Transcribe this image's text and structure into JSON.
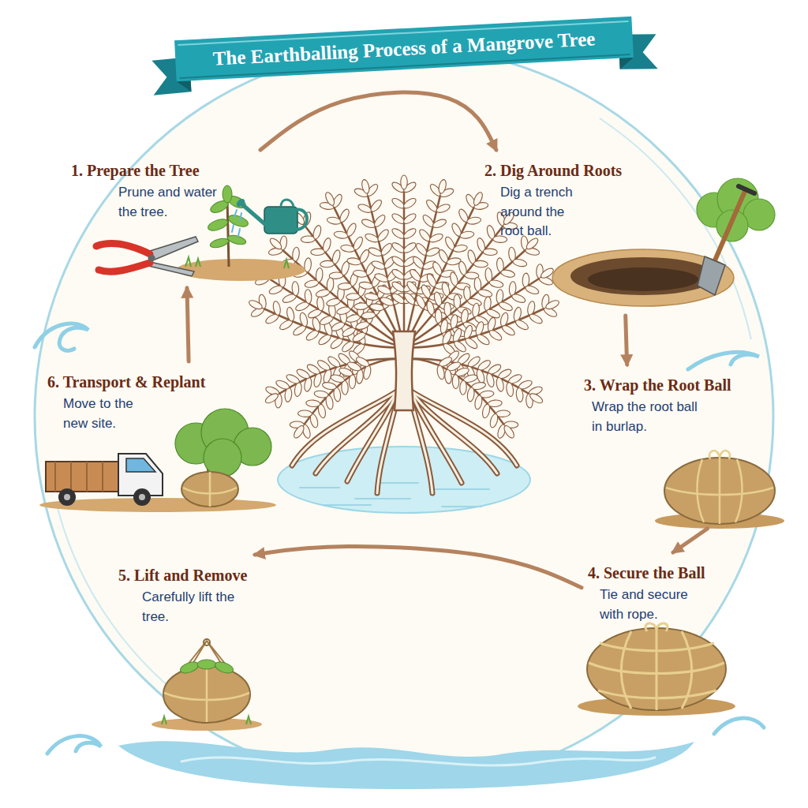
{
  "diagram": {
    "title": "The Earthballing Process of a Mangrove Tree",
    "nodes": [
      {
        "text": [
          "1. Prepare the Tree",
          "Prune and water the tree."
        ]
      },
      {
        "text": [
          "2. Dig Around Roots",
          "Dig a trench around the root ball."
        ]
      },
      {
        "text": [
          "3. Wrap the Root Ball",
          "Wrap the root ball in burlap."
        ]
      },
      {
        "text": [
          "4. Secure the Ball",
          "Tie and secure with rope."
        ]
      },
      {
        "text": [
          "5. Lift and Remove",
          "Carefully lift the tree."
        ]
      },
      {
        "text": [
          "6. Transport & Replant",
          "Move to the new site."
        ]
      }
    ],
    "edges": [
      {
        "from": 0,
        "to": 1,
        "arrow": "to"
      },
      {
        "from": 1,
        "to": 2,
        "arrow": "to"
      },
      {
        "from": 2,
        "to": 3,
        "arrow": "to"
      },
      {
        "from": 3,
        "to": 4,
        "arrow": "to"
      },
      {
        "from": 5,
        "to": 0,
        "arrow": "to"
      }
    ]
  }
}
